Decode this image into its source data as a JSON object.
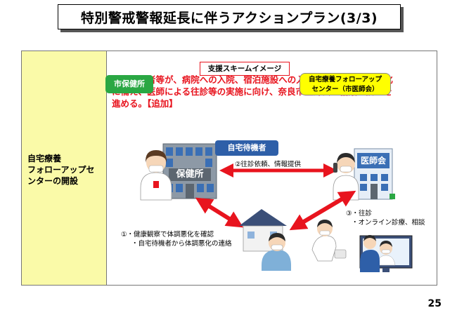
{
  "title": "特別警戒警報延長に伴うアクションプラン(3/3)",
  "left_label": {
    "line1": "自宅療養",
    "line2": "フォローアップセ",
    "line3": "ンターの開設"
  },
  "bullet": {
    "marker": "・",
    "line1": "自宅待機者等が、病院への入院、宿泊施設への入所を待つ間の体調悪化",
    "line2": "に備え、医師による往診等の実施に向け、奈良市医師会と協議・調整を",
    "line3": "進める。【追加】"
  },
  "scheme_title": "支援スキームイメージ",
  "health_center_tag": "市保健所",
  "health_center_sign": "保健所",
  "followup_center": {
    "line1": "自宅療養フォローアップ",
    "line2": "センター（市医師会）"
  },
  "medical_assoc_sign": "医師会",
  "home_patient_tag": "自宅待機者",
  "arrow2_label": "②往診依頼、情報提供",
  "arrow1_labels": {
    "line1": "①・健康観察で体調悪化を確認",
    "line2": "・自宅待機者から体調悪化の連絡"
  },
  "arrow3_labels": {
    "line1": "③・往診",
    "line2": "・オンライン診療、相談"
  },
  "page_number": "25",
  "colors": {
    "accent_red": "#e8141e",
    "left_cell_yellow": "#fafaa8",
    "tag_green": "#2aa743",
    "tag_blue": "#2e5fa8",
    "tag_yellow": "#ffff00"
  }
}
